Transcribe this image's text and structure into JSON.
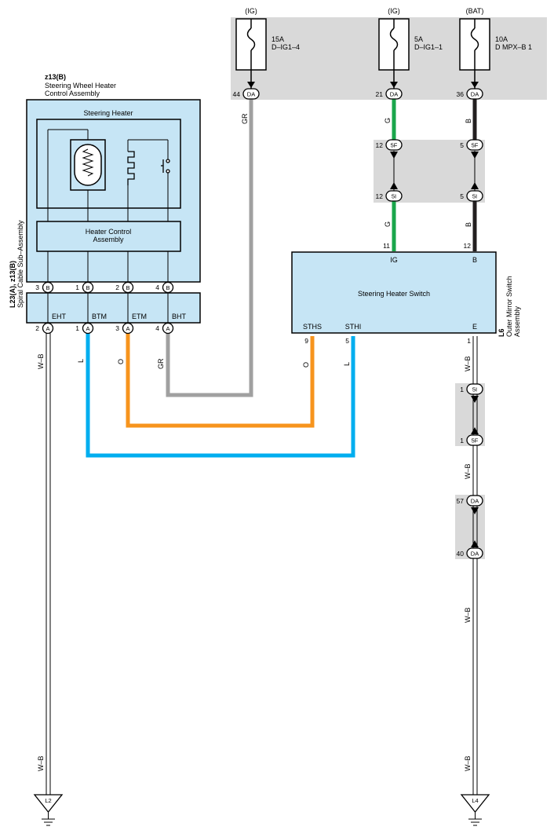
{
  "fuses": [
    {
      "source": "(IG)",
      "rating": "15A",
      "name": "D–IG1–4",
      "pin": "44",
      "conn": "DA"
    },
    {
      "source": "(IG)",
      "rating": "5A",
      "name": "D–IG1–1",
      "pin": "21",
      "conn": "DA"
    },
    {
      "source": "(BAT)",
      "rating": "10A",
      "name": "D MPX–B 1",
      "pin": "36",
      "conn": "DA"
    }
  ],
  "steering_wheel": {
    "code": "z13(B)",
    "title1": "Steering Wheel Heater",
    "title2": "Control Assembly",
    "heater_label": "Steering Heater",
    "control_label1": "Heater Control",
    "control_label2": "Assembly",
    "pins_b": [
      {
        "pin": "3",
        "conn": "B"
      },
      {
        "pin": "1",
        "conn": "B"
      },
      {
        "pin": "2",
        "conn": "B"
      },
      {
        "pin": "4",
        "conn": "B"
      }
    ]
  },
  "spiral_cable": {
    "code": "L23(A), z13(B)",
    "name": "Spiral Cable Sub–Assembly",
    "terminals": [
      "EHT",
      "BTM",
      "ETM",
      "BHT"
    ],
    "pins_a": [
      {
        "pin": "2",
        "conn": "A",
        "wire": "W–B"
      },
      {
        "pin": "1",
        "conn": "A",
        "wire": "L"
      },
      {
        "pin": "3",
        "conn": "A",
        "wire": "O"
      },
      {
        "pin": "4",
        "conn": "A",
        "wire": "GR"
      }
    ]
  },
  "switch": {
    "title": "Steering Heater Switch",
    "code": "L6",
    "name1": "Outer Mirror Switch",
    "name2": "Assembly",
    "terminals": [
      {
        "label": "IG",
        "pin": "11"
      },
      {
        "label": "B",
        "pin": "12"
      },
      {
        "label": "STHS",
        "pin": "9"
      },
      {
        "label": "STHI",
        "pin": "5"
      },
      {
        "label": "E",
        "pin": "1"
      }
    ]
  },
  "junctions": [
    {
      "pin": "12",
      "conn": "5F"
    },
    {
      "pin": "12",
      "conn": "5I"
    },
    {
      "pin": "5",
      "conn": "5F"
    },
    {
      "pin": "5",
      "conn": "5I"
    },
    {
      "pin": "1",
      "conn": "5I"
    },
    {
      "pin": "1",
      "conn": "5F"
    },
    {
      "pin": "57",
      "conn": "DA"
    },
    {
      "pin": "40",
      "conn": "DA"
    }
  ],
  "wire_labels": {
    "gr": "GR",
    "g": "G",
    "b": "B",
    "o": "O",
    "l": "L",
    "wb": "W–B"
  },
  "grounds": [
    "L2",
    "L4"
  ],
  "colors": {
    "gray_band": "#d9d9d9",
    "component_fill": "#c6e5f5",
    "wire_gr": "#a0a0a0",
    "wire_g": "#1aa64b",
    "wire_b": "#231f20",
    "wire_o": "#f7941d",
    "wire_l": "#00aeef"
  }
}
